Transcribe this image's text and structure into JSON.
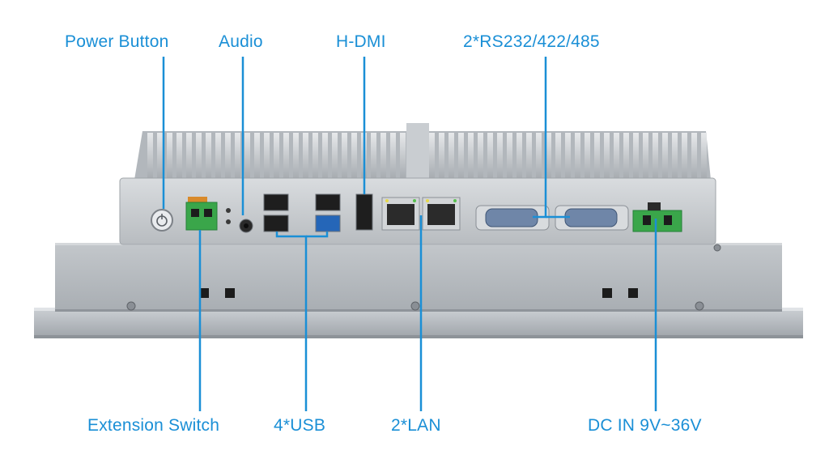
{
  "labels": {
    "power_button": "Power Button",
    "audio": "Audio",
    "hdmi": "H-DMI",
    "serial": "2*RS232/422/485",
    "extension_switch": "Extension Switch",
    "usb": "4*USB",
    "lan": "2*LAN",
    "dc_in": "DC IN 9V~36V"
  },
  "colors": {
    "label": "#1a8fd6",
    "leader_line": "#1a8fd6",
    "chassis": "#b9bdc2",
    "io_plate": "#c8cbcf",
    "terminal_green": "#3aa64a",
    "serial_port": "#6f86a8"
  }
}
